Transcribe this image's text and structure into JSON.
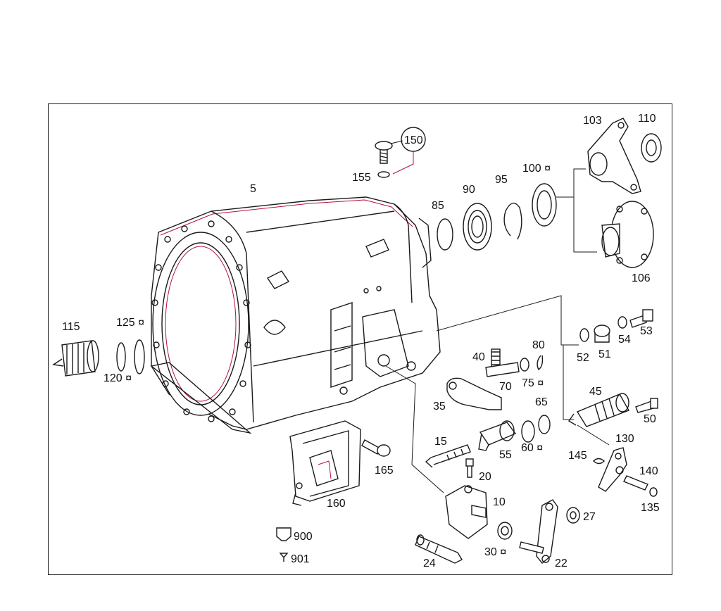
{
  "colors": {
    "ink": "#1a1a1a",
    "highlight": "#b5123b",
    "background": "#ffffff"
  },
  "callouts": {
    "c5": "5",
    "c150": "150",
    "c155": "155",
    "c85": "85",
    "c90": "90",
    "c95": "95",
    "c100": "100 ¤",
    "c103": "103",
    "c110": "110",
    "c106": "106",
    "c115": "115",
    "c125": "125 ¤",
    "c120": "120 ¤",
    "c52": "52",
    "c51": "51",
    "c54": "54",
    "c53": "53",
    "c40": "40",
    "c70": "70",
    "c80": "80",
    "c75": "75 ¤",
    "c35": "35",
    "c65": "65",
    "c60": "60 ¤",
    "c55": "55",
    "c45": "45",
    "c50": "50",
    "c130": "130",
    "c145": "145",
    "c140": "140",
    "c135": "135",
    "c15": "15",
    "c20": "20",
    "c10": "10",
    "c165": "165",
    "c160": "160",
    "c27": "27",
    "c30": "30 ¤",
    "c24": "24",
    "c22": "22",
    "c900": "900",
    "c901": "901"
  }
}
